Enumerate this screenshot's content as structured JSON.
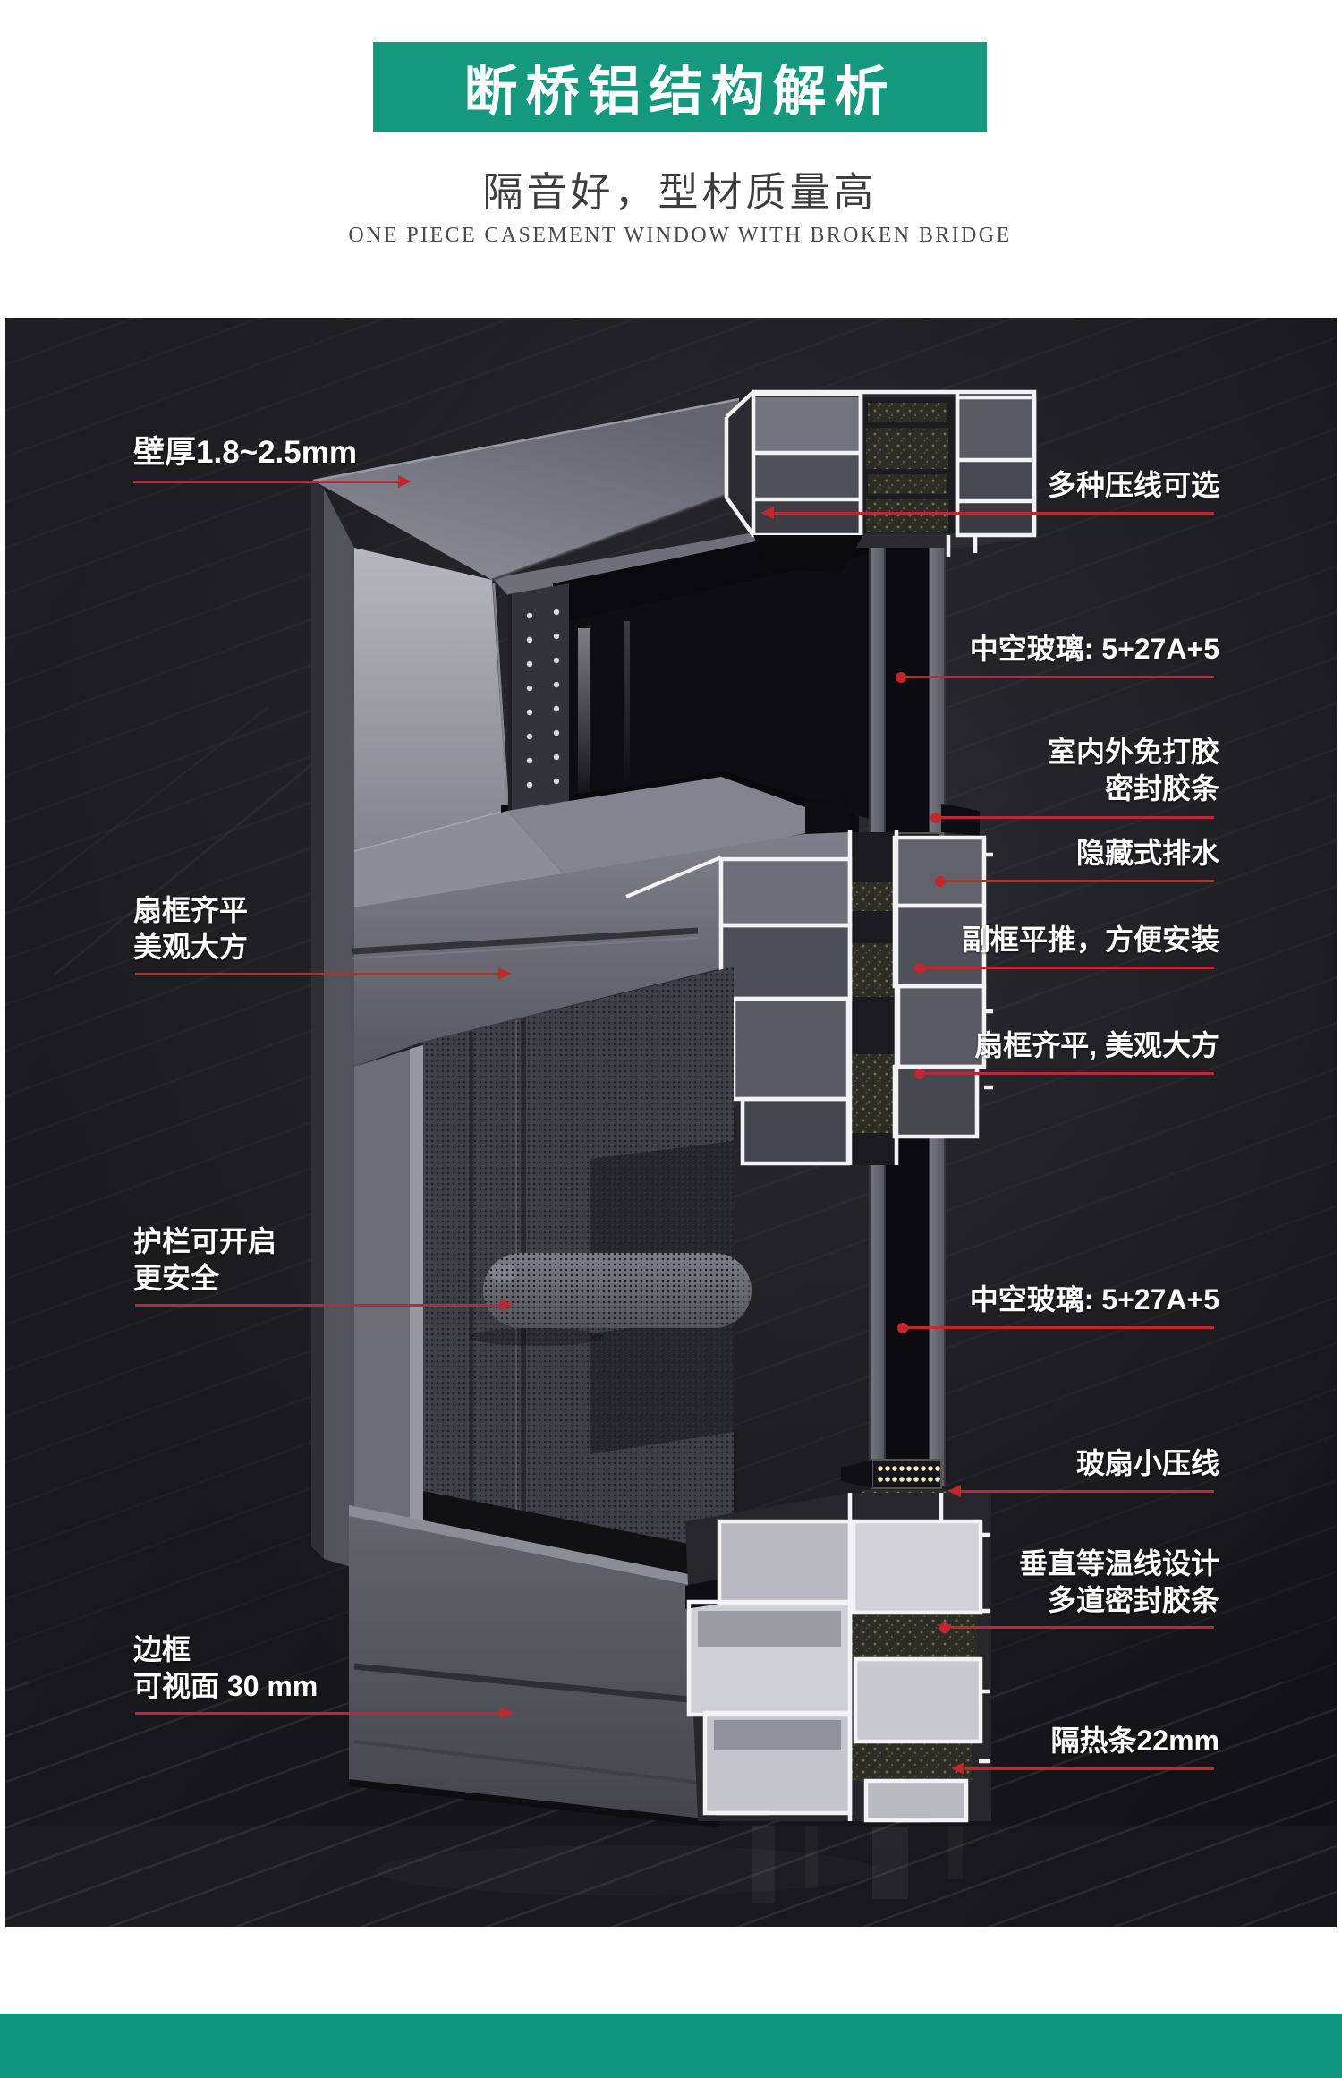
{
  "header": {
    "title": "断桥铝结构解析",
    "subtitle": "隔音好，型材质量高",
    "caption_en": "ONE PIECE CASEMENT WINDOW WITH BROKEN BRIDGE"
  },
  "colors": {
    "brand_green": "#14997e",
    "footer_green": "#0f977f",
    "accent_red": "#c2272f",
    "stage_background": "#17171b"
  },
  "image": {
    "left_callouts": [
      {
        "id": "wall-thickness",
        "lines": [
          "壁厚1.8~2.5mm"
        ]
      },
      {
        "id": "sash-flush-left",
        "lines": [
          "扇框齐平",
          "美观大方"
        ]
      },
      {
        "id": "guardrail",
        "lines": [
          "护栏可开启",
          "更安全"
        ]
      },
      {
        "id": "frame-visible-face",
        "lines": [
          "边框",
          "可视面 30 mm"
        ]
      }
    ],
    "right_callouts": [
      {
        "id": "pressing-line-options",
        "lines": [
          "多种压线可选"
        ]
      },
      {
        "id": "insulated-glass-top",
        "lines": [
          "中空玻璃: 5+27A+5"
        ]
      },
      {
        "id": "no-glue-seal",
        "lines": [
          "室内外免打胶",
          "密封胶条"
        ]
      },
      {
        "id": "hidden-drainage",
        "lines": [
          "隐藏式排水"
        ]
      },
      {
        "id": "subframe-push",
        "lines": [
          "副框平推，方便安装"
        ]
      },
      {
        "id": "sash-flush-right",
        "lines": [
          "扇框齐平, 美观大方"
        ]
      },
      {
        "id": "insulated-glass-bottom",
        "lines": [
          "中空玻璃: 5+27A+5"
        ]
      },
      {
        "id": "glass-sash-bead",
        "lines": [
          "玻扇小压线"
        ]
      },
      {
        "id": "isotherm-seals",
        "lines": [
          "垂直等温线设计",
          "多道密封胶条"
        ]
      },
      {
        "id": "thermal-break-strip",
        "lines": [
          "隔热条22mm"
        ]
      }
    ]
  }
}
